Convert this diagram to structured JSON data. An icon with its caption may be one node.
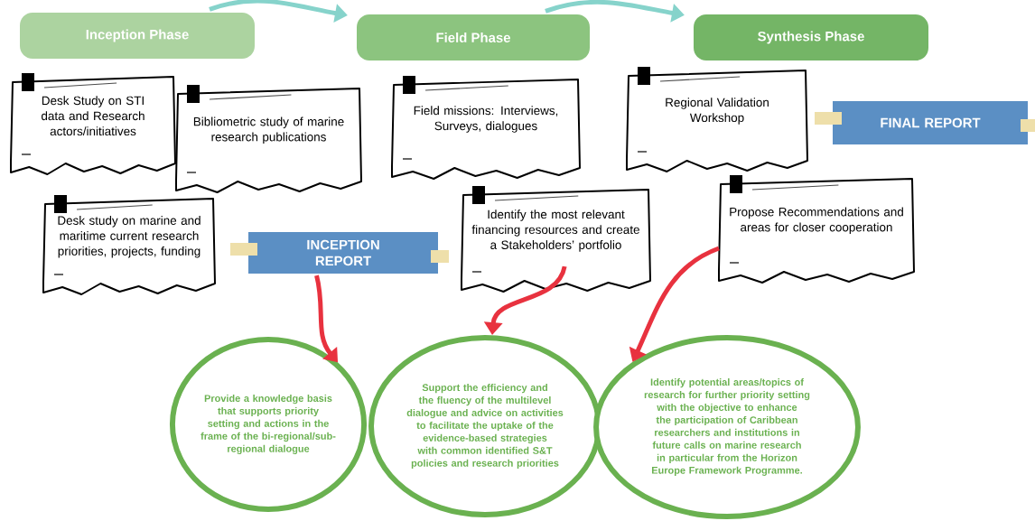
{
  "diagram": {
    "nodes": [
      {
        "text": [
          "Inception Phase"
        ]
      },
      {
        "text": [
          "Field Phase"
        ]
      },
      {
        "text": [
          "Synthesis Phase"
        ]
      },
      {
        "text": [
          "Desk Study on STI data and Research actors/initiatives"
        ]
      },
      {
        "text": [
          "Bibliometric study of marine research publications"
        ]
      },
      {
        "text": [
          "Desk study on marine and maritime current research priorities, projects, funding"
        ]
      },
      {
        "text": [
          "INCEPTION REPORT"
        ]
      },
      {
        "text": [
          "Field missions: Interviews, Surveys, dialogues"
        ]
      },
      {
        "text": [
          "Identify the most relevant financing resources and create a Stakeholders’ portfolio"
        ]
      },
      {
        "text": [
          "Regional Validation Workshop"
        ]
      },
      {
        "text": [
          "FINAL REPORT"
        ]
      },
      {
        "text": [
          "Propose Recommendations and areas for closer cooperation"
        ]
      },
      {
        "text": [
          "Provide a knowledge basis that supports priority setting and actions in the frame of the bi-regional/sub-regional dialogue"
        ]
      },
      {
        "text": [
          "Support the efficiency and the fluency of the multilevel dialogue and advice on activities to facilitate the uptake of the evidence-based strategies with common identified S&T policies and research priorities"
        ]
      },
      {
        "text": [
          "Identify potential areas/topics of research for further priority setting with the objective to enhance the participation of Caribbean researchers and institutions in future calls on marine research in particular from the Horizon Europe Framework Programme."
        ]
      }
    ],
    "edges": [
      {
        "from": 0,
        "to": 1,
        "arrow": "to",
        "color": "#86d3cb"
      },
      {
        "from": 1,
        "to": 2,
        "arrow": "to",
        "color": "#86d3cb"
      },
      {
        "from": 6,
        "to": 12,
        "arrow": "to"
      },
      {
        "from": 8,
        "to": 13,
        "arrow": "to"
      },
      {
        "from": 11,
        "to": 14,
        "arrow": "to"
      }
    ]
  }
}
